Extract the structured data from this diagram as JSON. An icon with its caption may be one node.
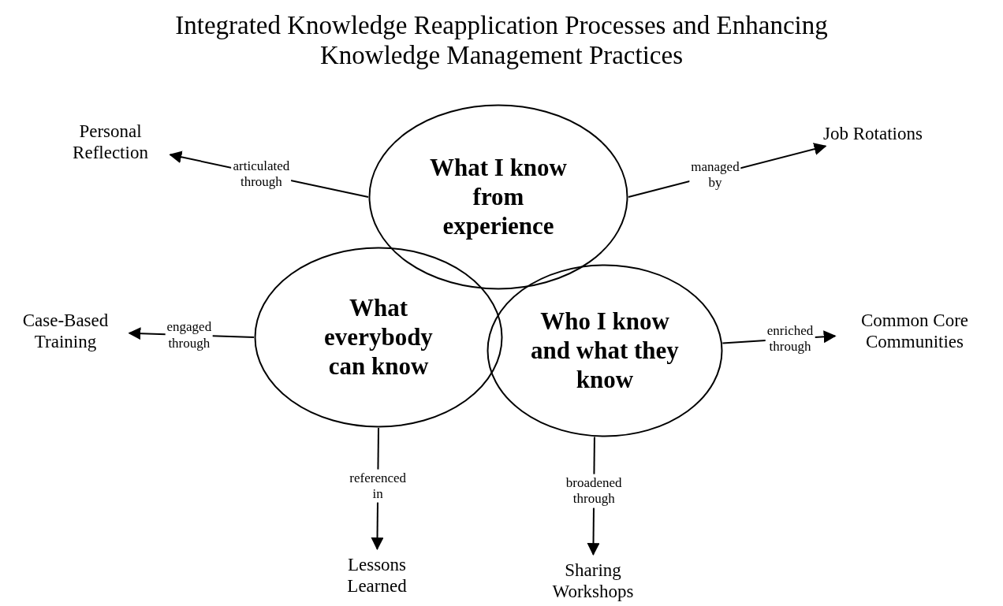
{
  "diagram": {
    "title": "Integrated Knowledge Reapplication Processes and Enhancing Knowledge Management Practices",
    "nodes": [
      {
        "text": [
          "What I know from experience"
        ]
      },
      {
        "text": [
          "What everybody can know"
        ]
      },
      {
        "text": [
          "Who I know and what they know"
        ]
      },
      {
        "text": [
          "Personal Reflection"
        ]
      },
      {
        "text": [
          "Job Rotations"
        ]
      },
      {
        "text": [
          "Case-Based Training"
        ]
      },
      {
        "text": [
          "Common Core Communities"
        ]
      },
      {
        "text": [
          "Lessons Learned"
        ]
      },
      {
        "text": [
          "Sharing Workshops"
        ]
      }
    ],
    "edges": [
      {
        "from": 0,
        "to": 3,
        "arrow": "to",
        "label": "articulated through"
      },
      {
        "from": 0,
        "to": 4,
        "arrow": "to",
        "label": "managed by"
      },
      {
        "from": 1,
        "to": 5,
        "arrow": "to",
        "label": "engaged through"
      },
      {
        "from": 2,
        "to": 6,
        "arrow": "to",
        "label": "enriched through"
      },
      {
        "from": 1,
        "to": 7,
        "arrow": "to",
        "label": "referenced in"
      },
      {
        "from": 2,
        "to": 8,
        "arrow": "to",
        "label": "broadened through"
      }
    ]
  }
}
